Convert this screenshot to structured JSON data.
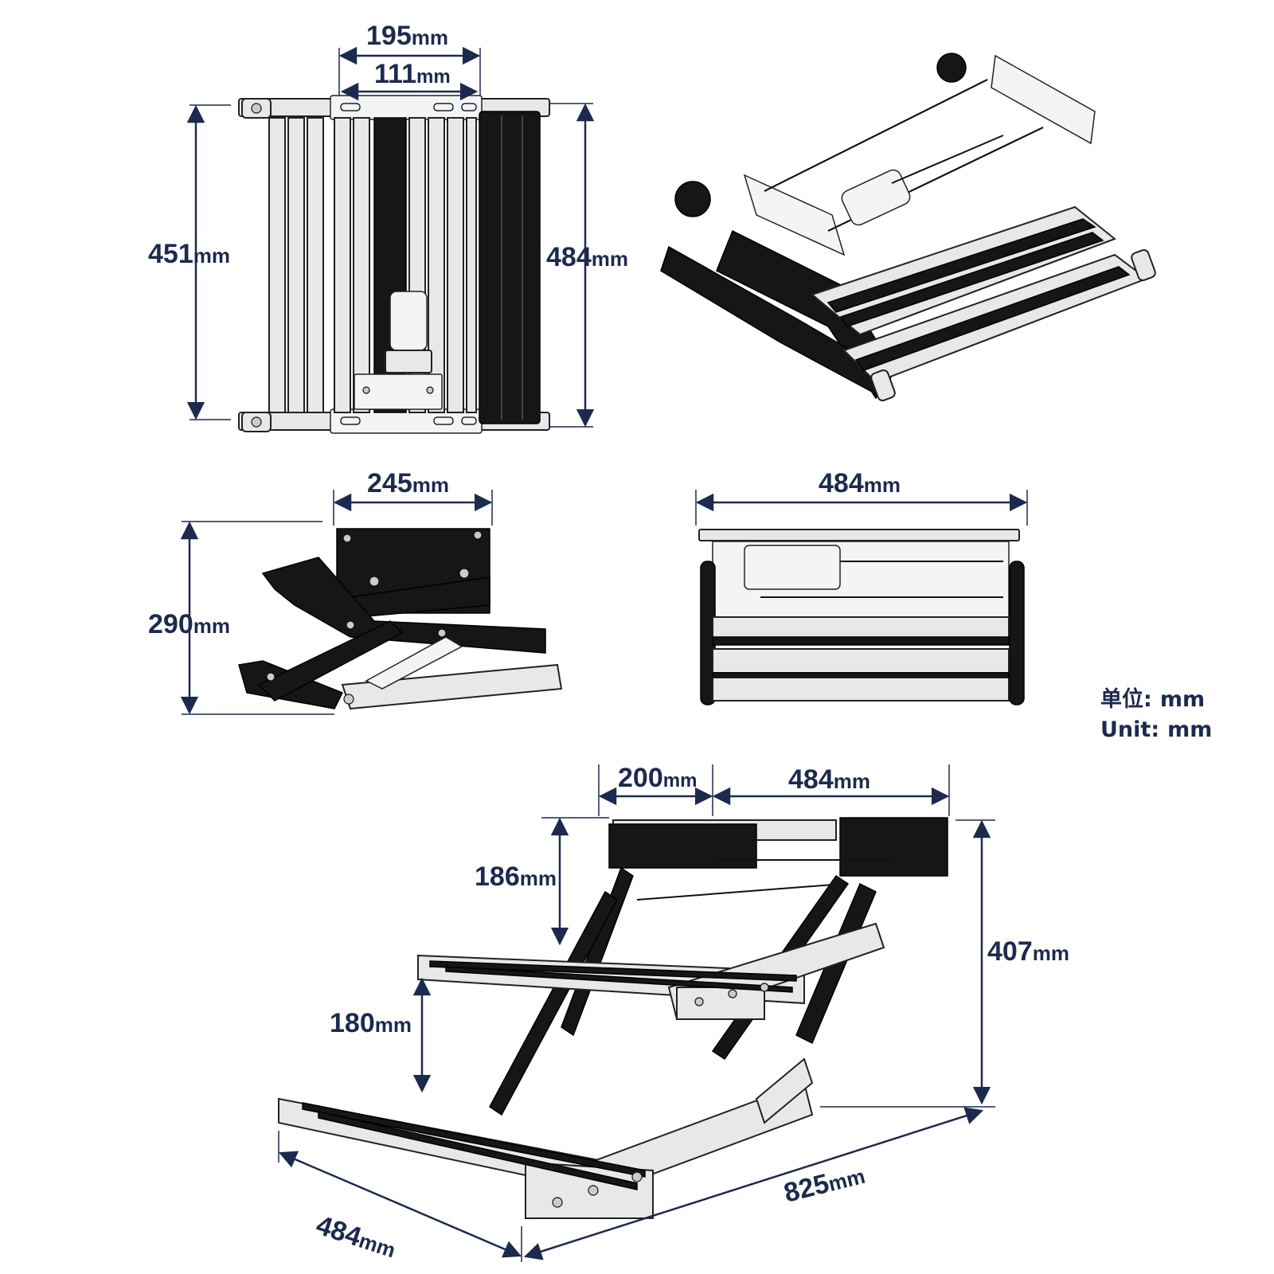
{
  "colors": {
    "dimension": "#1d2a4f",
    "metal": "#e6e8ea",
    "dark": "#161616",
    "background": "#ffffff"
  },
  "views": {
    "top": {
      "overall_width": "195",
      "inner_width": "111",
      "left_height": "451",
      "right_height": "484",
      "unit": "mm"
    },
    "side": {
      "depth": "245",
      "height": "290",
      "unit": "mm"
    },
    "front": {
      "width": "484",
      "unit": "mm"
    },
    "deployed": {
      "mount_depth": "200",
      "mount_width": "484",
      "upper_drop": "186",
      "step_rise": "180",
      "total_height": "407",
      "step_width": "484",
      "extension": "825",
      "unit": "mm"
    }
  },
  "unit_note": {
    "cn_label": "单位",
    "cn_value": "mm",
    "en_label": "Unit",
    "en_value": "mm",
    "separator": ":"
  }
}
